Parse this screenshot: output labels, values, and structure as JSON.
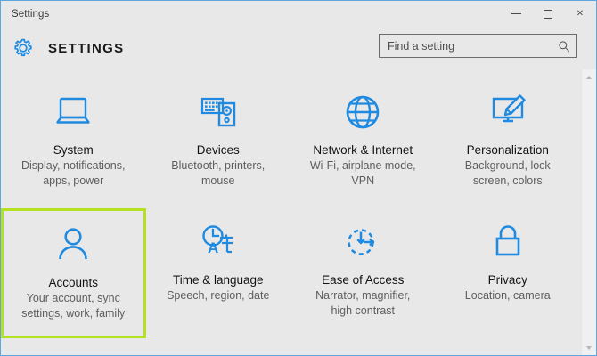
{
  "window": {
    "titlebar_text": "Settings",
    "accent_border_color": "#5da7e0",
    "background_color": "#e8e8e8",
    "controls": {
      "minimize": "minimize",
      "maximize": "maximize",
      "close": "✕"
    }
  },
  "header": {
    "icon": "gear-icon",
    "title": "SETTINGS"
  },
  "search": {
    "placeholder": "Find a setting",
    "value": "",
    "icon": "search-icon"
  },
  "selection": {
    "selected_tile": "Accounts",
    "highlight_color": "#b6e122"
  },
  "tiles": [
    {
      "icon": "laptop-icon",
      "title": "System",
      "desc": "Display, notifications, apps, power",
      "selected": false
    },
    {
      "icon": "devices-keyboard-icon",
      "title": "Devices",
      "desc": "Bluetooth, printers, mouse",
      "selected": false
    },
    {
      "icon": "globe-icon",
      "title": "Network & Internet",
      "desc": "Wi-Fi, airplane mode, VPN",
      "selected": false
    },
    {
      "icon": "monitor-paintbrush-icon",
      "title": "Personalization",
      "desc": "Background, lock screen, colors",
      "selected": false
    },
    {
      "icon": "person-icon",
      "title": "Accounts",
      "desc": "Your account, sync settings, work, family",
      "selected": true
    },
    {
      "icon": "clock-language-icon",
      "title": "Time & language",
      "desc": "Speech, region, date",
      "selected": false
    },
    {
      "icon": "ease-of-access-icon",
      "title": "Ease of Access",
      "desc": "Narrator, magnifier, high contrast",
      "selected": false
    },
    {
      "icon": "lock-icon",
      "title": "Privacy",
      "desc": "Location, camera",
      "selected": false
    }
  ],
  "scrollbar": {
    "up_arrow": "scroll-up-icon",
    "down_arrow": "scroll-down-icon"
  }
}
